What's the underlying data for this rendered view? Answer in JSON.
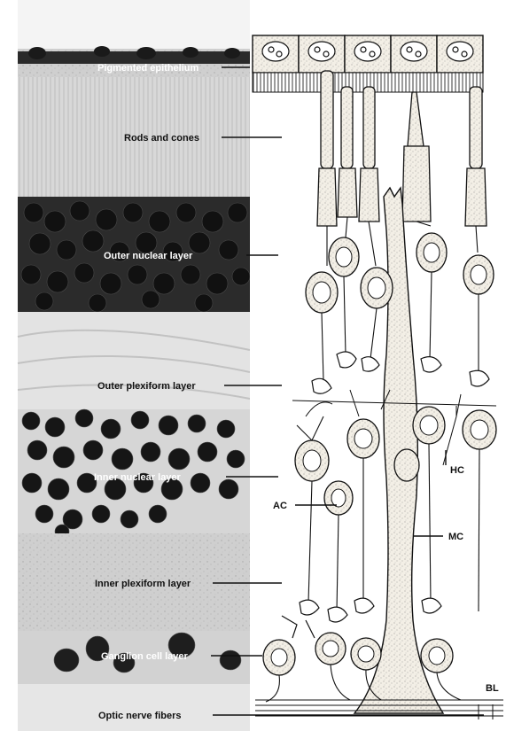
{
  "diagram": {
    "labels": {
      "pigmented_epithelium": "Pigmented epithelium",
      "rods_and_cones": "Rods and cones",
      "outer_nuclear_layer": "Outer nuclear layer",
      "outer_plexiform_layer": "Outer plexiform layer",
      "inner_nuclear_layer": "Inner nuclear layer",
      "inner_plexiform_layer": "Inner plexiform layer",
      "ganglion_cell_layer": "Ganglion cell layer",
      "optic_nerve_fibers": "Optic nerve fibers",
      "hc": "HC",
      "ac": "AC",
      "mc": "MC",
      "bl": "BL"
    },
    "colors": {
      "ink": "#111111",
      "tissue_dark": "#1c1c1c",
      "tissue_mid": "#8a8a8a",
      "tissue_light": "#d9d9d9",
      "cell_fill": "#f1ede4"
    }
  }
}
